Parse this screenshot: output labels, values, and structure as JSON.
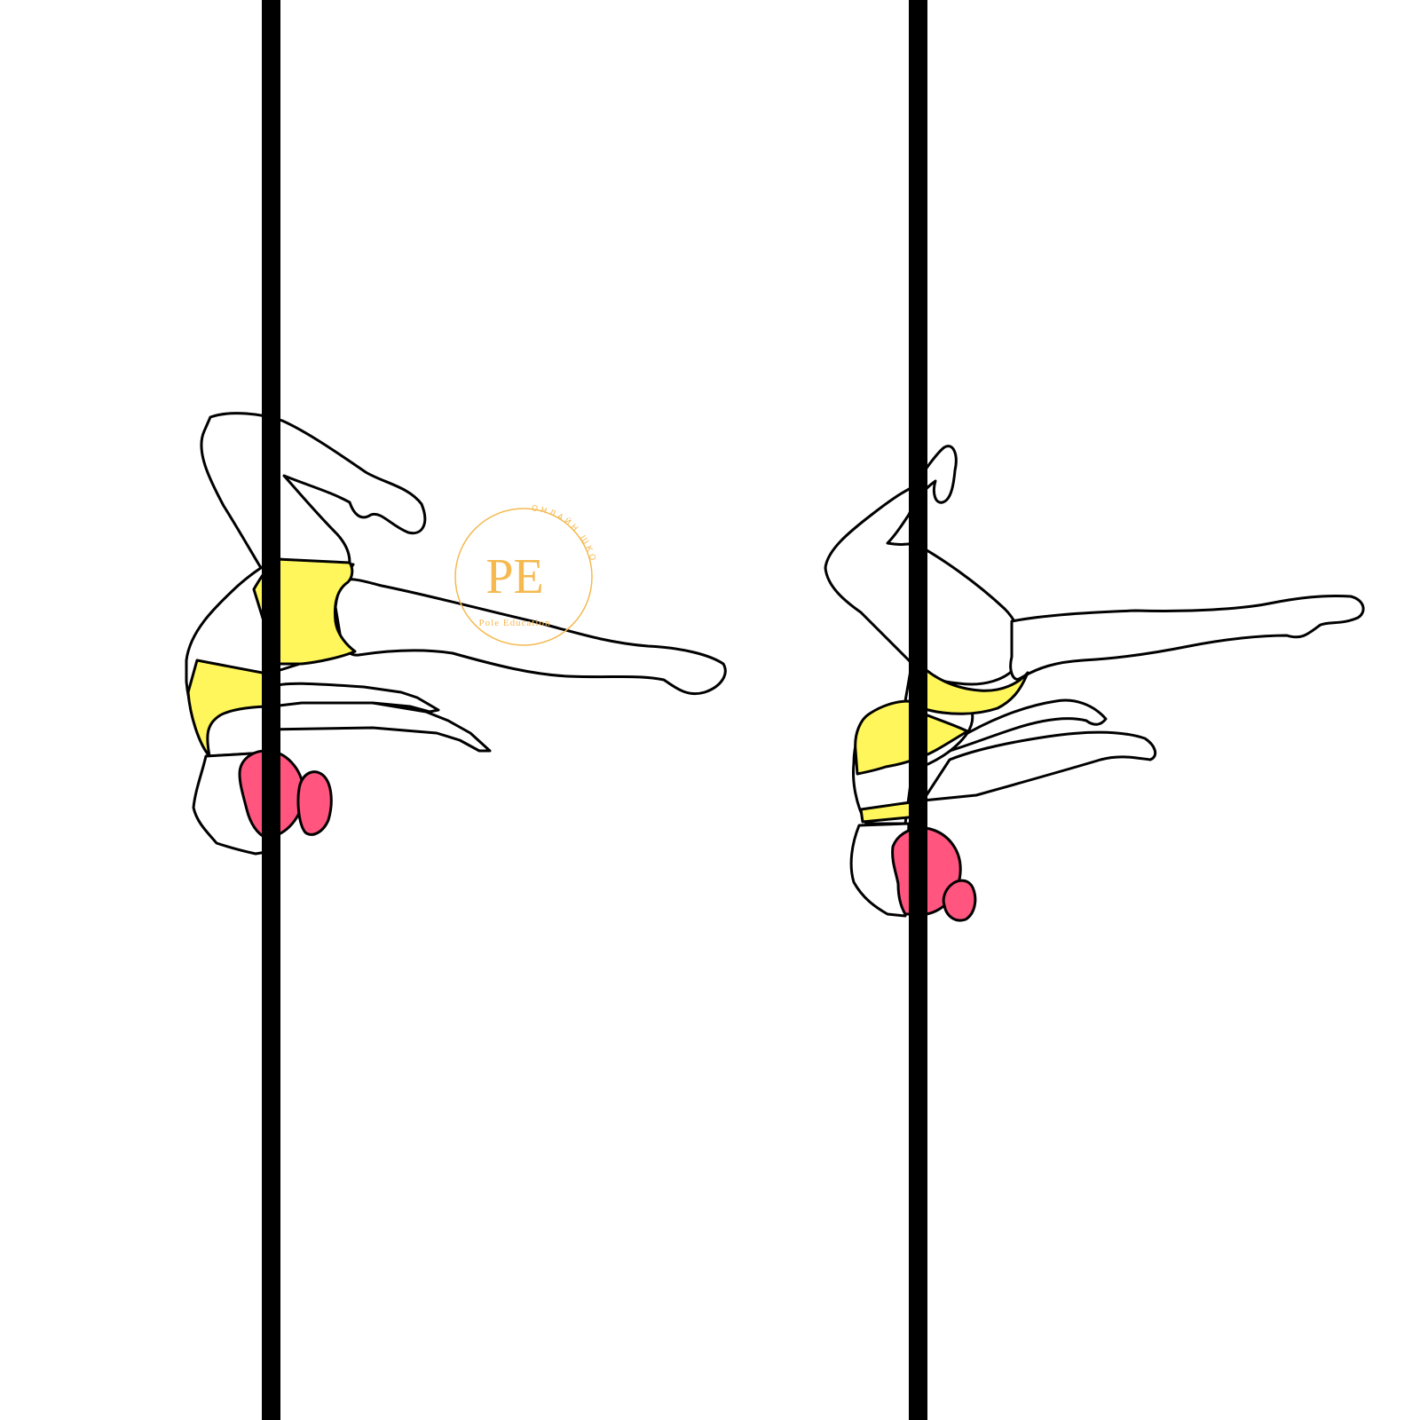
{
  "logo": {
    "initials": "PE",
    "name": "Pole Education",
    "arc_text": "ОНЛАЙН ШКОЛА"
  },
  "colors": {
    "background": "#ffffff",
    "pole": "#000000",
    "outfit": "#fef65b",
    "hair": "#ff557f",
    "logo": "#f5b94f"
  }
}
